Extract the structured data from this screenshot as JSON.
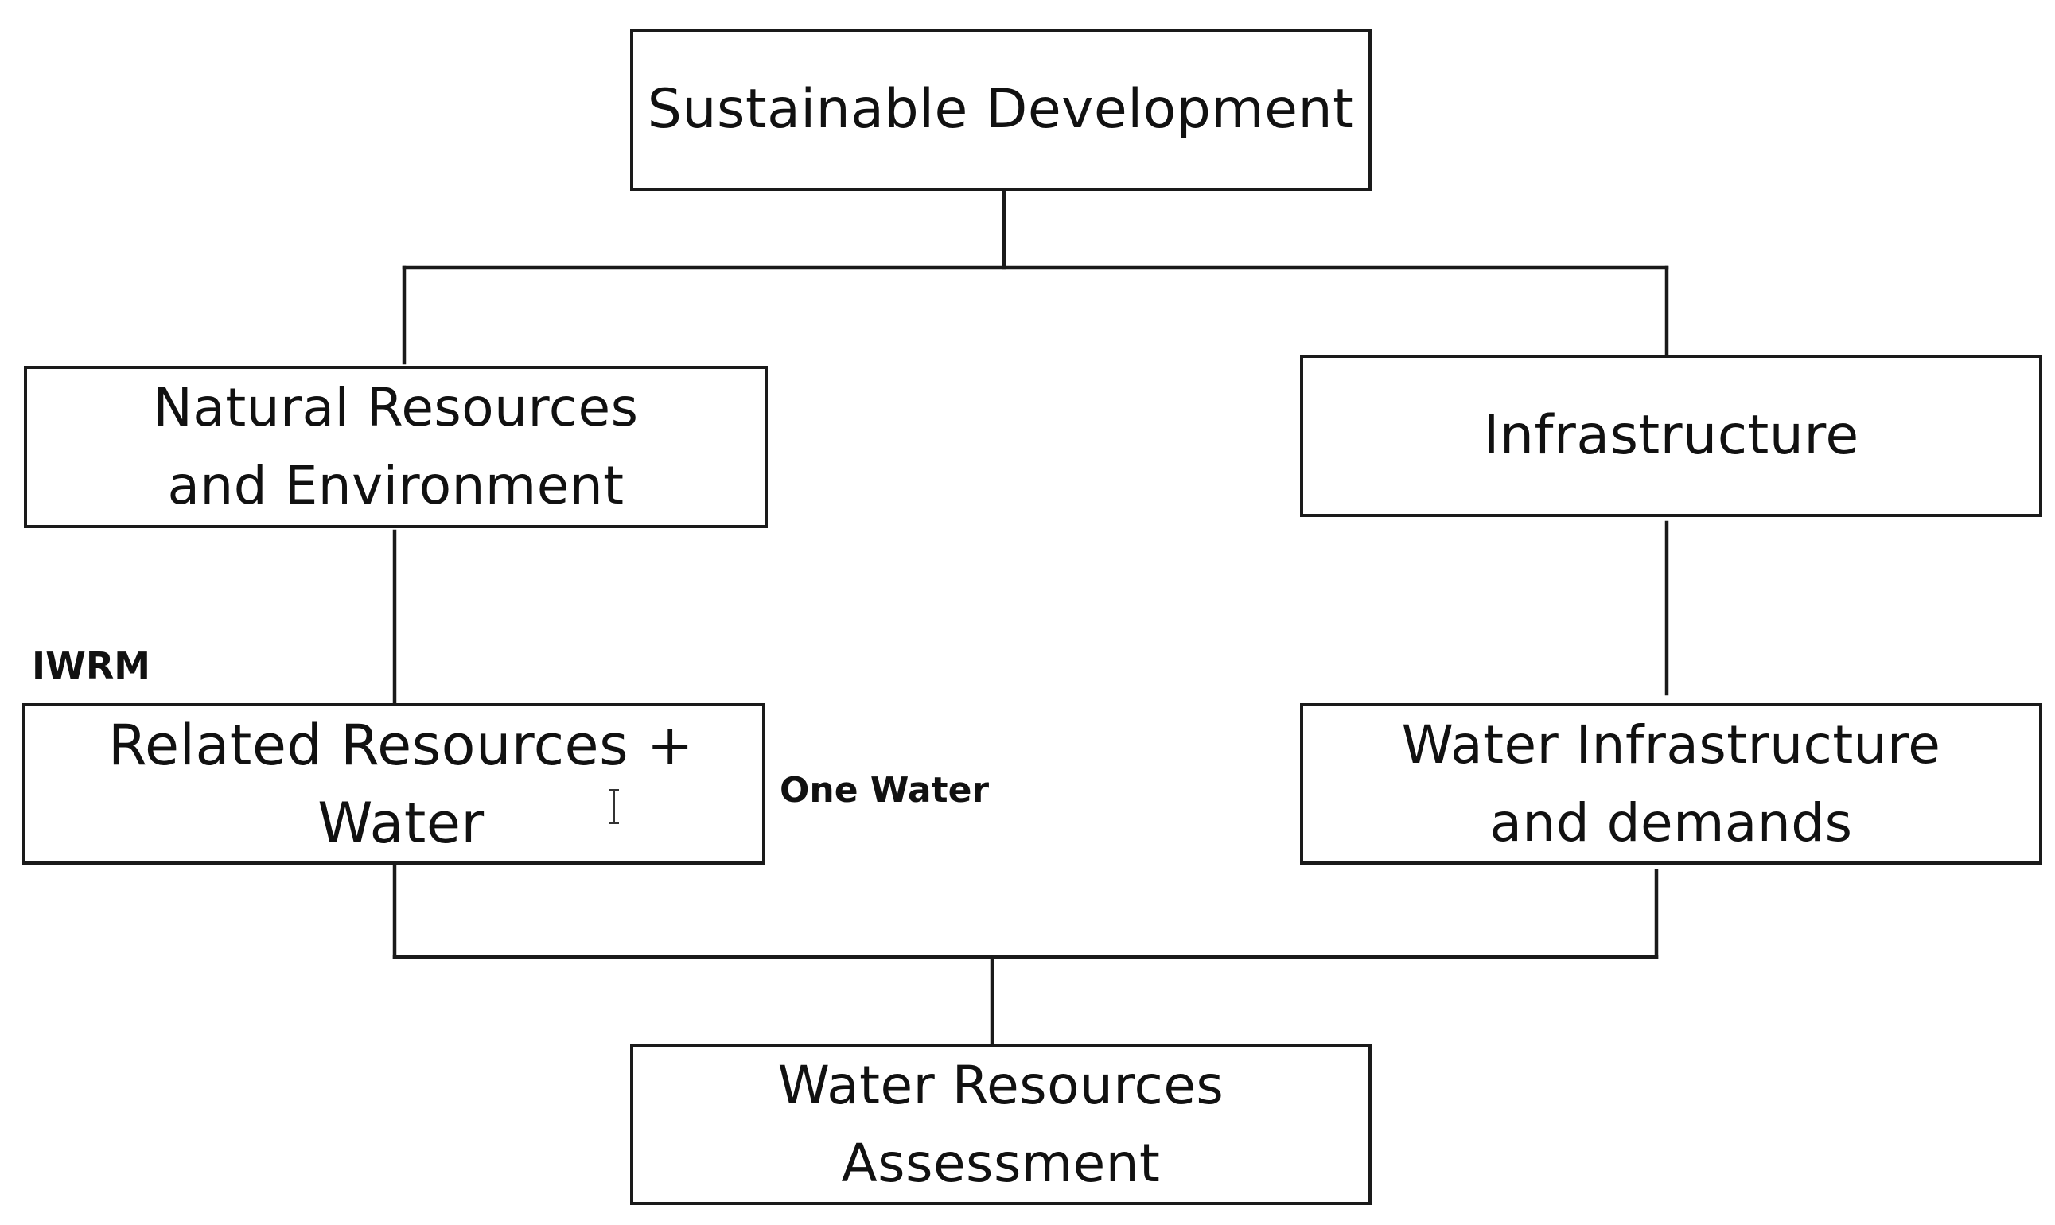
{
  "diagram": {
    "nodes": {
      "top": {
        "label": "Sustainable Development"
      },
      "natural": {
        "label": "Natural Resources\nand Environment"
      },
      "infrastructure": {
        "label": "Infrastructure"
      },
      "related": {
        "label": "Related Resources + Water"
      },
      "water_infra": {
        "label": "Water Infrastructure\nand demands"
      },
      "assessment": {
        "label": "Water Resources\nAssessment"
      }
    },
    "annotations": {
      "iwrm": "IWRM",
      "one_water": "One Water"
    },
    "edges": [
      {
        "from": "top",
        "to": "natural"
      },
      {
        "from": "top",
        "to": "infrastructure"
      },
      {
        "from": "natural",
        "to": "related"
      },
      {
        "from": "infrastructure",
        "to": "water_infra"
      },
      {
        "from": "related",
        "to": "assessment"
      },
      {
        "from": "water_infra",
        "to": "assessment"
      }
    ],
    "icons": {
      "cursor": "text-cursor-icon"
    }
  }
}
